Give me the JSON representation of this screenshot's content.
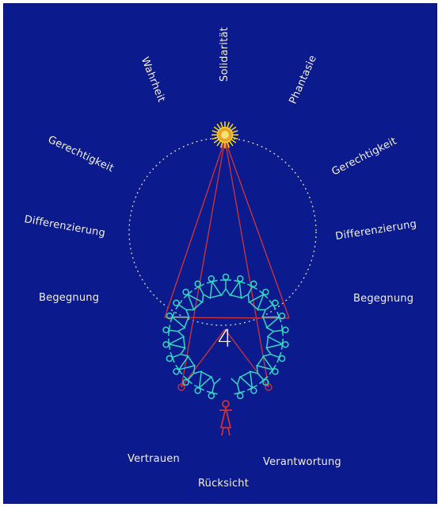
{
  "diagram": {
    "center_glyph": "4",
    "words": [
      {
        "id": "wahrheit",
        "text": "Wahrheit"
      },
      {
        "id": "solidaritaet",
        "text": "Solidarität"
      },
      {
        "id": "phantasie",
        "text": "Phantasie"
      },
      {
        "id": "gerechtigkeit-left",
        "text": "Gerechtigkeit"
      },
      {
        "id": "gerechtigkeit-right",
        "text": "Gerechtigkeit"
      },
      {
        "id": "differenzierung-left",
        "text": "Differenzierung"
      },
      {
        "id": "differenzierung-right",
        "text": "Differenzierung"
      },
      {
        "id": "begegnung-left",
        "text": "Begegnung"
      },
      {
        "id": "begegnung-right",
        "text": "Begegnung"
      },
      {
        "id": "vertrauen",
        "text": "Vertrauen"
      },
      {
        "id": "verantwortung",
        "text": "Verantwortung"
      },
      {
        "id": "ruecksicht",
        "text": "Rücksicht"
      }
    ],
    "colors": {
      "background": "#0b1a8c",
      "text": "#f4f0e2",
      "figures": "#34d6c4",
      "lines": "#c8323c",
      "sun": "#f2d21e",
      "dotted_circle": "#d8d8c8"
    }
  }
}
